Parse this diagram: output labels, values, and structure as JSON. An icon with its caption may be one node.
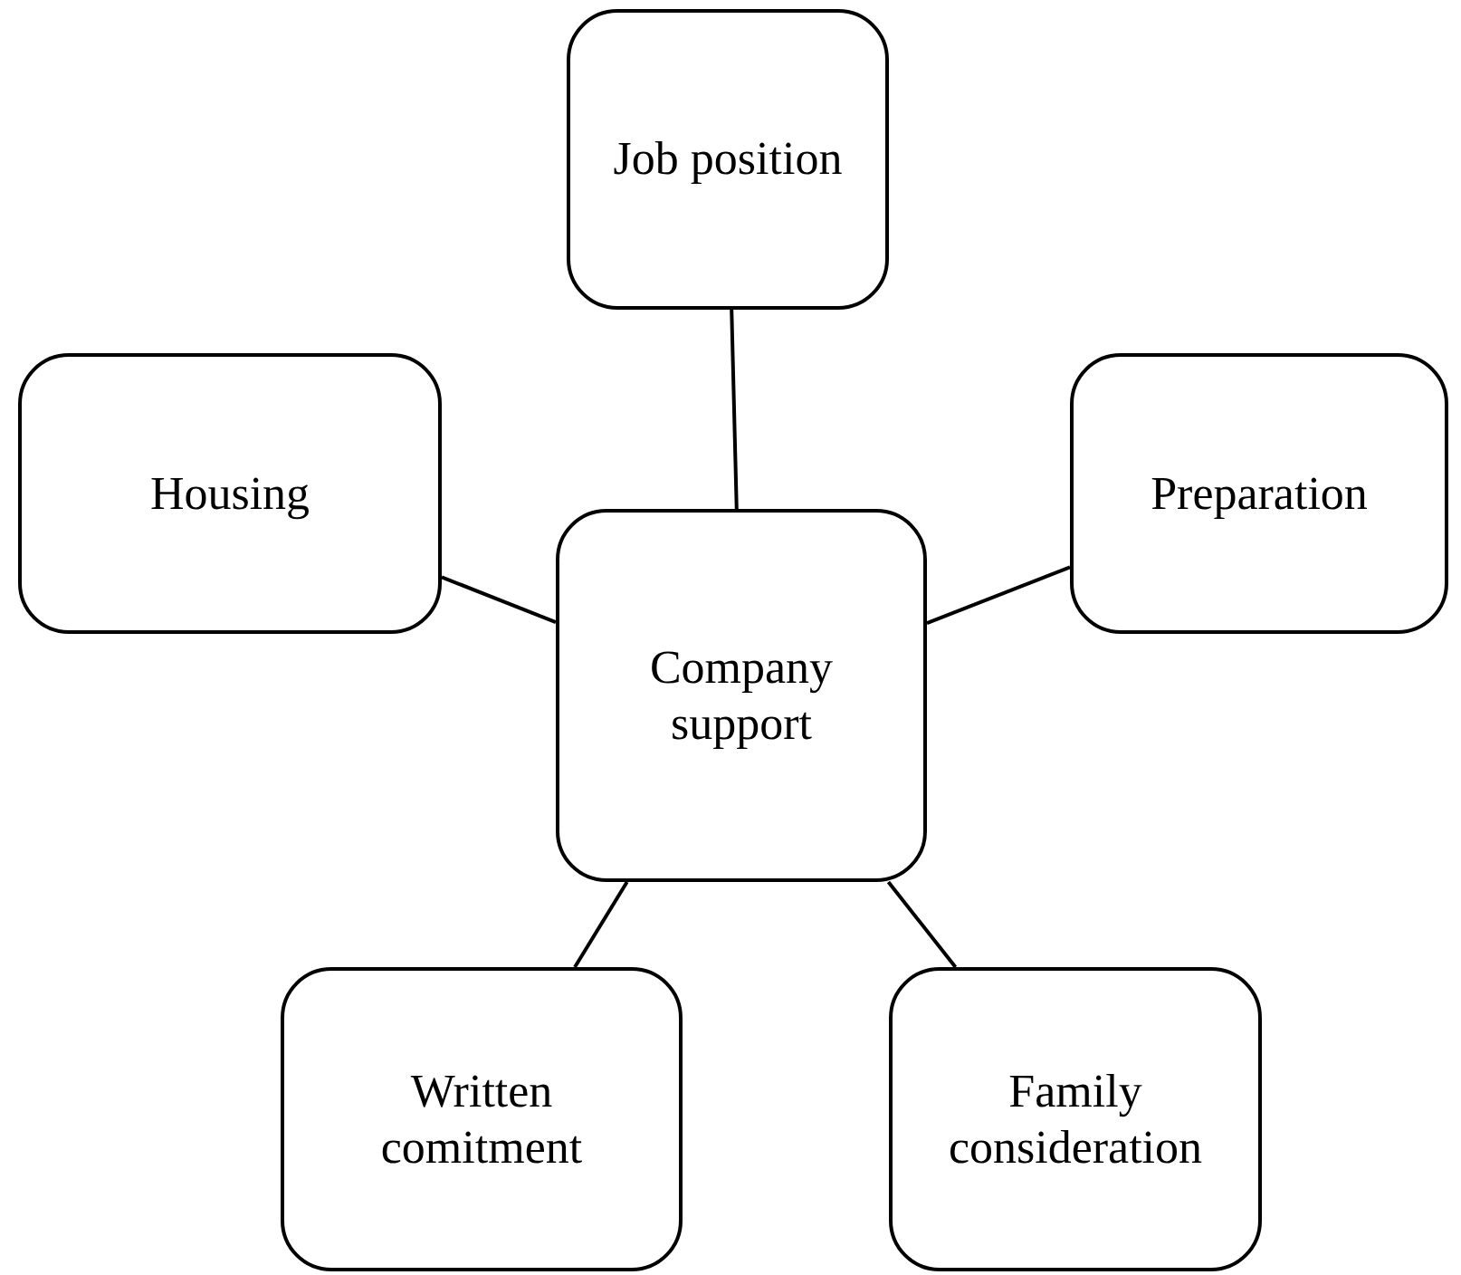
{
  "diagram": {
    "nodes": [
      {
        "text": [
          "Job position"
        ]
      },
      {
        "text": [
          "Housing"
        ]
      },
      {
        "text": [
          "Company support"
        ]
      },
      {
        "text": [
          "Preparation"
        ]
      },
      {
        "text": [
          "Written comitment"
        ]
      },
      {
        "text": [
          "Family consideration"
        ]
      }
    ],
    "edges": [
      {
        "from": 2,
        "to": 0,
        "arrow": "none"
      },
      {
        "from": 2,
        "to": 1,
        "arrow": "none"
      },
      {
        "from": 2,
        "to": 3,
        "arrow": "none"
      },
      {
        "from": 2,
        "to": 4,
        "arrow": "none"
      },
      {
        "from": 2,
        "to": 5,
        "arrow": "none"
      }
    ]
  }
}
